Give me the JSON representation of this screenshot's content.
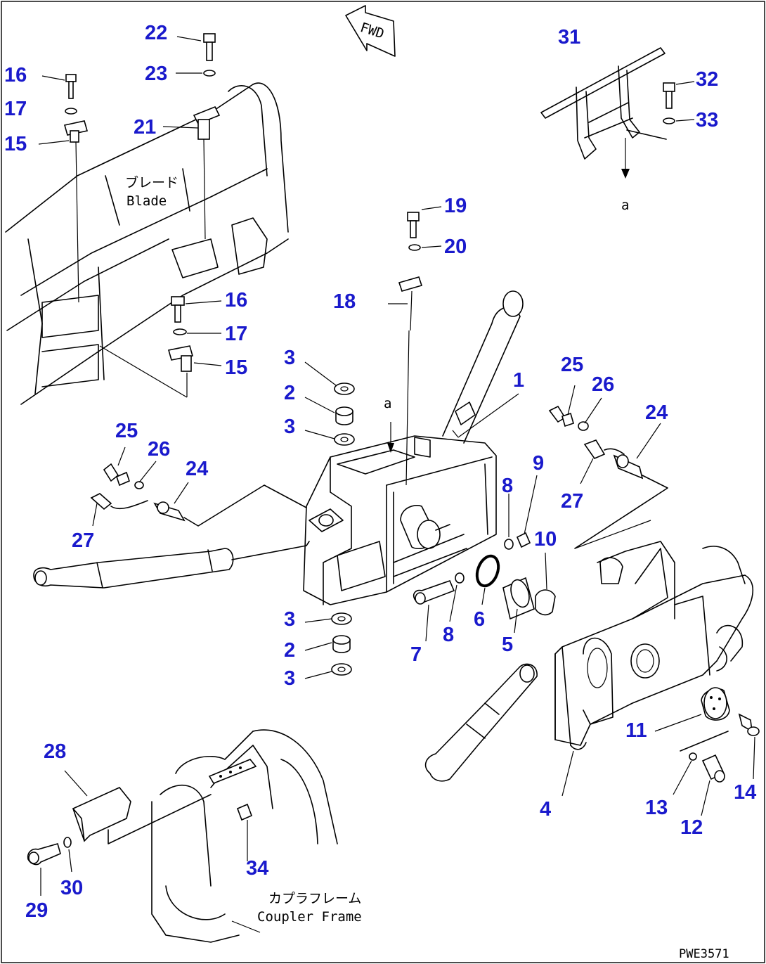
{
  "drawing_code": "PWE3571",
  "direction_arrow": "FWD",
  "view_marker": "a",
  "captions": {
    "blade_jp": "ブレード",
    "blade_en": "Blade",
    "coupler_jp": "カプラフレーム",
    "coupler_en": "Coupler Frame"
  },
  "part_numbers": [
    "1",
    "2",
    "3",
    "4",
    "5",
    "6",
    "7",
    "8",
    "9",
    "10",
    "11",
    "12",
    "13",
    "14",
    "15",
    "16",
    "17",
    "18",
    "19",
    "20",
    "21",
    "22",
    "23",
    "24",
    "25",
    "26",
    "27",
    "28",
    "29",
    "30",
    "31",
    "32",
    "33",
    "34"
  ]
}
